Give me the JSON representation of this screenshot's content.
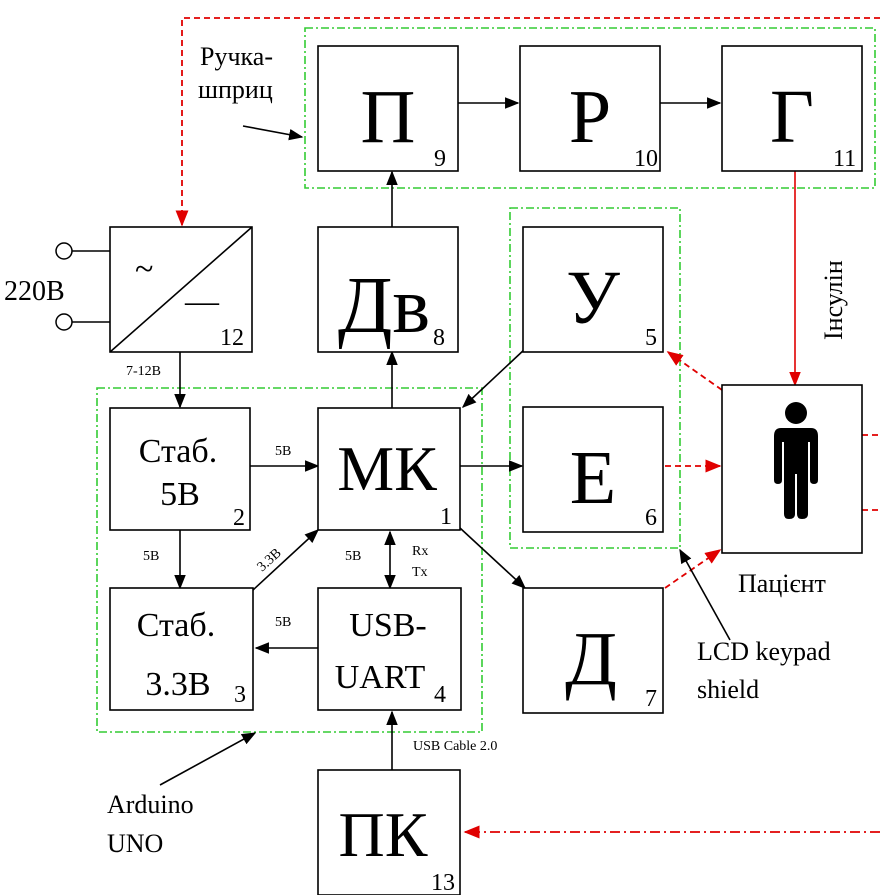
{
  "blocks": {
    "p": {
      "label": "П",
      "num": "9"
    },
    "r": {
      "label": "Р",
      "num": "10"
    },
    "g": {
      "label": "Г",
      "num": "11"
    },
    "dv": {
      "label": "Дв",
      "num": "8"
    },
    "u": {
      "label": "У",
      "num": "5"
    },
    "e": {
      "label": "Е",
      "num": "6"
    },
    "mk": {
      "label": "МК",
      "num": "1"
    },
    "d": {
      "label": "Д",
      "num": "7"
    },
    "stab5": {
      "line1": "Стаб.",
      "line2": "5В",
      "num": "2"
    },
    "stab33": {
      "line1": "Стаб.",
      "line2": "3.3В",
      "num": "3"
    },
    "usb": {
      "line1": "USB-",
      "line2": "UART",
      "num": "4"
    },
    "pk": {
      "label": "ПК",
      "num": "13"
    },
    "psu": {
      "num": "12",
      "ac": "~",
      "dc": "—"
    }
  },
  "labels": {
    "pen_line1": "Ручка-",
    "pen_line2": "шприц",
    "mains": "220В",
    "v712": "7-12В",
    "insulin": "Інсулін",
    "patient": "Пацієнт",
    "lcd_line1": "LCD keypad",
    "lcd_line2": "shield",
    "arduino_line1": "Arduino",
    "arduino_line2": "UNO",
    "usb_cable": "USB Cable 2.0",
    "v5_a": "5В",
    "v5_b": "5В",
    "v5_c": "5В",
    "v5_d": "5В",
    "v33": "3.3В",
    "rx": "Rx",
    "tx": "Tx"
  },
  "colors": {
    "signal": "#000000",
    "feedback": "#e00000",
    "group": "#33cc33"
  }
}
